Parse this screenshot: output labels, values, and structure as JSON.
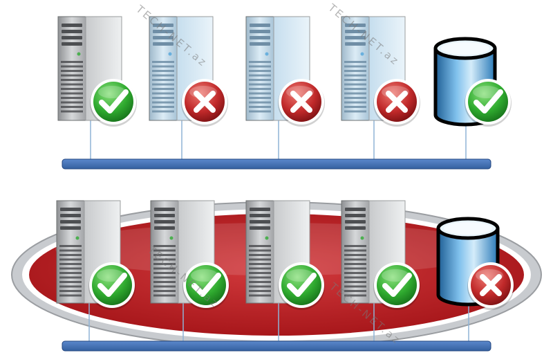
{
  "watermark": "TECH-NET.az",
  "colors": {
    "bus": "#3d6bb3",
    "bus_edge": "#23457f",
    "ok": "#2faa2f",
    "fail": "#c0292a",
    "server_dark": "#a9abad",
    "server_light": "#c9e0ef",
    "database": "#2f86c7",
    "ellipse": "#b6191e"
  },
  "diagrams": [
    {
      "row": "top",
      "nodes": [
        {
          "type": "server",
          "shade": "dark",
          "status": "ok"
        },
        {
          "type": "server",
          "shade": "light",
          "status": "fail"
        },
        {
          "type": "server",
          "shade": "light",
          "status": "fail"
        },
        {
          "type": "server",
          "shade": "light",
          "status": "fail"
        },
        {
          "type": "database",
          "status": "ok"
        }
      ]
    },
    {
      "row": "bottom",
      "background": "red-ellipse",
      "nodes": [
        {
          "type": "server",
          "shade": "dark",
          "status": "ok"
        },
        {
          "type": "server",
          "shade": "dark",
          "status": "ok"
        },
        {
          "type": "server",
          "shade": "dark",
          "status": "ok"
        },
        {
          "type": "server",
          "shade": "dark",
          "status": "ok"
        },
        {
          "type": "database",
          "status": "fail"
        }
      ]
    }
  ]
}
